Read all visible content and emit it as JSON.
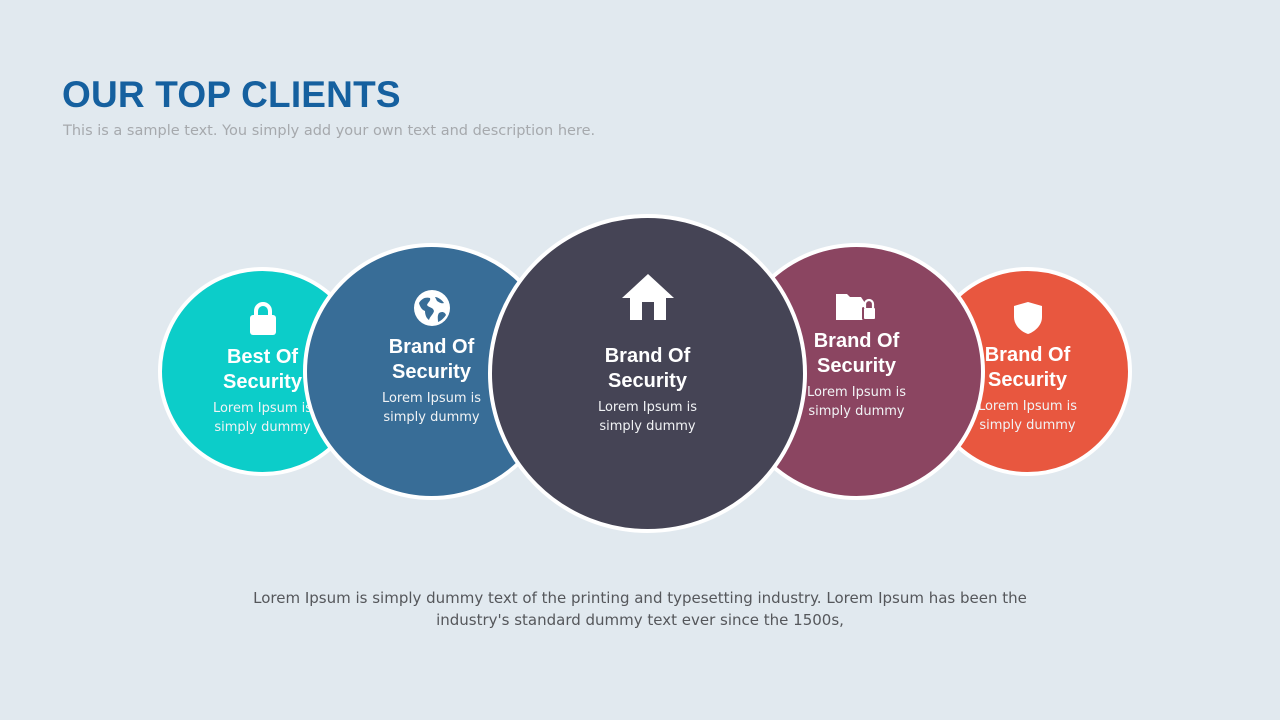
{
  "header": {
    "title": "OUR TOP CLIENTS",
    "subtitle": "This is a sample text. You simply add your own text and description here."
  },
  "clients": [
    {
      "icon": "lock-icon",
      "heading_line1": "Best Of",
      "heading_line2": "Security",
      "desc_line1": "Lorem Ipsum is",
      "desc_line2": "simply dummy",
      "color": "#0ccdc9"
    },
    {
      "icon": "globe-icon",
      "heading_line1": "Brand Of",
      "heading_line2": "Security",
      "desc_line1": "Lorem Ipsum is",
      "desc_line2": "simply dummy",
      "color": "#386d97"
    },
    {
      "icon": "home-icon",
      "heading_line1": "Brand Of",
      "heading_line2": "Security",
      "desc_line1": "Lorem Ipsum is",
      "desc_line2": "simply dummy",
      "color": "#454455"
    },
    {
      "icon": "locked-folder-icon",
      "heading_line1": "Brand Of",
      "heading_line2": "Security",
      "desc_line1": "Lorem Ipsum is",
      "desc_line2": "simply dummy",
      "color": "#8b4561"
    },
    {
      "icon": "shield-icon",
      "heading_line1": "Brand Of",
      "heading_line2": "Security",
      "desc_line1": "Lorem Ipsum is",
      "desc_line2": "simply dummy",
      "color": "#e8573f"
    }
  ],
  "footer": {
    "line1": "Lorem Ipsum is simply dummy text of the printing and typesetting industry. Lorem Ipsum has been the",
    "line2": "industry's standard dummy text ever since the 1500s,"
  },
  "colors": {
    "background": "#e1e9ef",
    "title": "#15609f",
    "subtitle": "#a6a9ad",
    "footer_text": "#55575b"
  }
}
